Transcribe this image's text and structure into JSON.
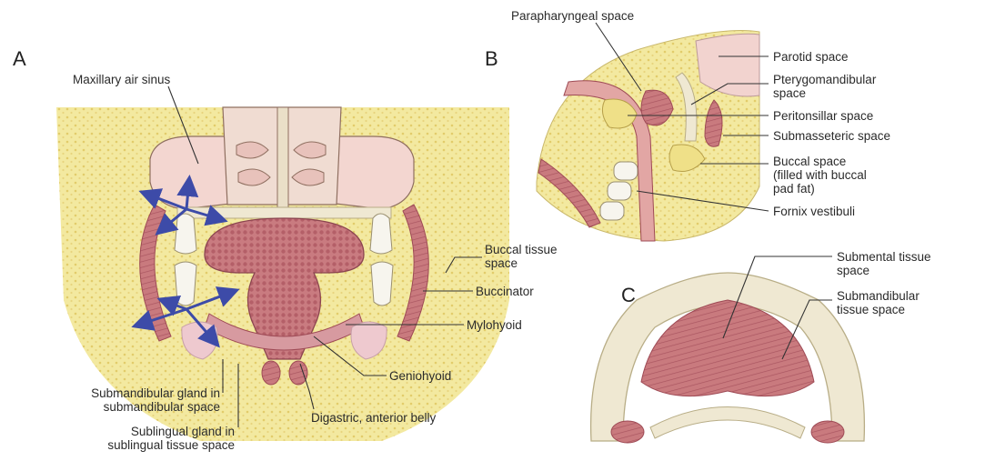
{
  "panels": {
    "a": "A",
    "b": "B",
    "c": "C"
  },
  "labels_a": {
    "maxillary_air_sinus": "Maxillary air sinus",
    "buccal_tissue_space_1": "Buccal tissue",
    "buccal_tissue_space_2": "space",
    "buccinator": "Buccinator",
    "mylohyoid": "Mylohyoid",
    "geniohyoid": "Geniohyoid",
    "digastric": "Digastric, anterior belly",
    "submandibular_gland_1": "Submandibular gland in",
    "submandibular_gland_2": "submandibular space",
    "sublingual_gland_1": "Sublingual gland in",
    "sublingual_gland_2": "sublingual tissue space"
  },
  "labels_b": {
    "parapharyngeal_space": "Parapharyngeal space",
    "parotid_space": "Parotid space",
    "pterygomandibular_1": "Pterygomandibular",
    "pterygomandibular_2": "space",
    "peritonsillar_space": "Peritonsillar space",
    "submasseteric_space": "Submasseteric space",
    "buccal_space_1": "Buccal space",
    "buccal_space_2": "(filled with buccal",
    "buccal_space_3": "pad fat)",
    "fornix_vestibuli": "Fornix vestibuli"
  },
  "labels_c": {
    "submental_1": "Submental tissue",
    "submental_2": "space",
    "submandibular_1": "Submandibular",
    "submandibular_2": "tissue space"
  },
  "colors": {
    "fat": "#f3e9a0",
    "fat_dots": "#e6d37a",
    "muscle": "#c9737a",
    "muscle_dark": "#9e4a55",
    "mucosa": "#f2d3cf",
    "bone": "#efe8d2",
    "bone_edge": "#b8ad86",
    "tooth": "#f7f5ee",
    "arrow": "#3d4ba8",
    "line": "#333333"
  }
}
